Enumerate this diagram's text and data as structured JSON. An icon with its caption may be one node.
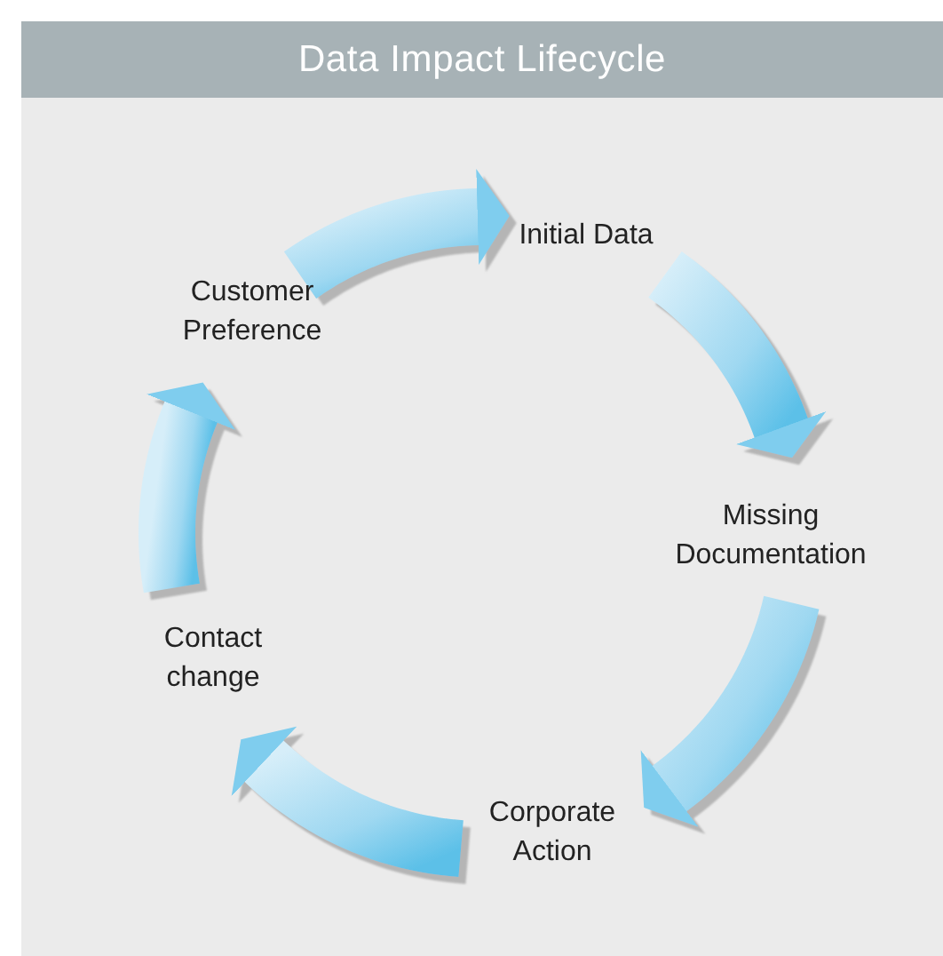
{
  "diagram": {
    "title": "Data Impact Lifecycle",
    "nodes": [
      {
        "text": [
          "Initial Data"
        ]
      },
      {
        "text": [
          "Missing Documentation"
        ]
      },
      {
        "text": [
          "Corporate Action"
        ]
      },
      {
        "text": [
          "Contact change"
        ]
      },
      {
        "text": [
          "Customer Preference"
        ]
      }
    ],
    "edges": [
      {
        "from": 4,
        "to": 0,
        "arrow": "to"
      },
      {
        "from": 0,
        "to": 1,
        "arrow": "to"
      },
      {
        "from": 1,
        "to": 2,
        "arrow": "to"
      },
      {
        "from": 2,
        "to": 3,
        "arrow": "to"
      },
      {
        "from": 3,
        "to": 4,
        "arrow": "to"
      }
    ]
  }
}
